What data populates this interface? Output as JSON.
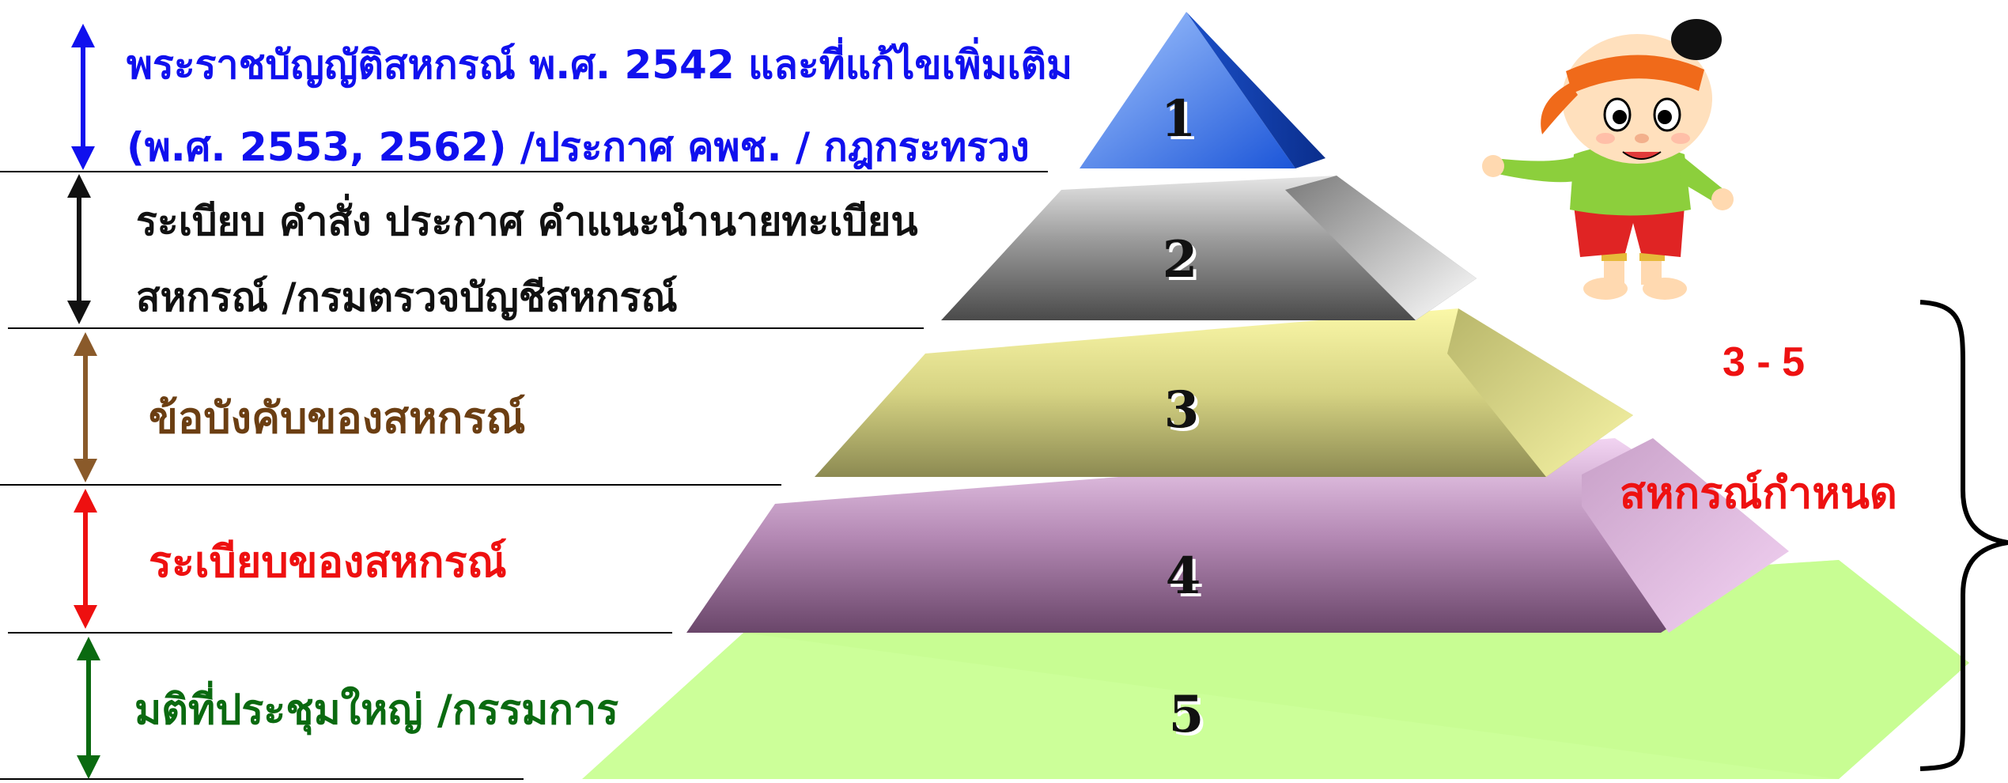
{
  "levels": [
    {
      "number": "1",
      "text_lines": [
        "พระราชบัญญัติสหกรณ์ พ.ศ. 2542 และที่แก้ไขเพิ่มเติม",
        "(พ.ศ. 2553, 2562) /ประกาศ คพช. / กฎกระทรวง"
      ],
      "label_color": "#1010ee",
      "arrow_color": "#1010ee",
      "face_color": "#3b7ff0"
    },
    {
      "number": "2",
      "text_lines": [
        "ระเบียบ คำสั่ง ประกาศ คำแนะนำนายทะเบียน",
        "สหกรณ์ /กรมตรวจบัญชีสหกรณ์"
      ],
      "label_color": "#111111",
      "arrow_color": "#111111",
      "face_color": "#9a9a9a"
    },
    {
      "number": "3",
      "text_lines": [
        "ข้อบังคับของสหกรณ์"
      ],
      "label_color": "#6b3e12",
      "arrow_color": "#8a5a2a",
      "face_color": "#d8d68a"
    },
    {
      "number": "4",
      "text_lines": [
        "ระเบียบของสหกรณ์"
      ],
      "label_color": "#ee1010",
      "arrow_color": "#ee1010",
      "face_color": "#c69ac6"
    },
    {
      "number": "5",
      "text_lines": [
        "มติที่ประชุมใหญ่ /กรรมการ"
      ],
      "label_color": "#0a6a10",
      "arrow_color": "#0a6a10",
      "face_color": "#ccff99"
    }
  ],
  "bracket_note": {
    "range": "3 - 5",
    "text": "สหกรณ์กำหนด",
    "color": "#ee1111"
  },
  "mascot": {
    "icon": "thai-boy-mascot-icon"
  }
}
